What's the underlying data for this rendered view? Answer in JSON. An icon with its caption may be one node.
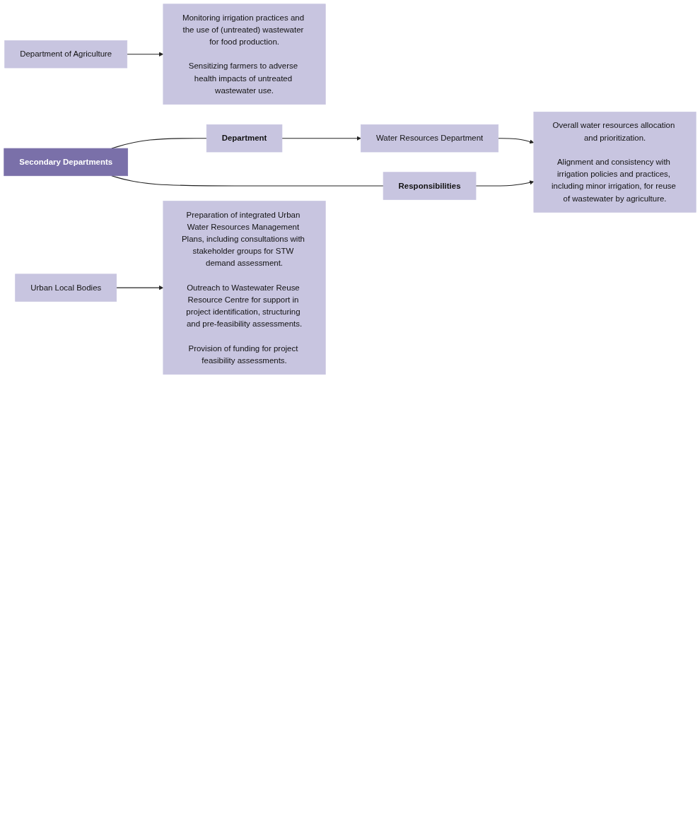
{
  "diagram": {
    "nodes": [
      {
        "text": [
          "Secondary Departments"
        ]
      },
      {
        "text": [
          "Department"
        ]
      },
      {
        "text": [
          "Responsibilities"
        ]
      },
      {
        "text": [
          "Water Resources Department"
        ]
      },
      {
        "text": [
          "Overall water resources allocation and prioritization.",
          "Alignment and consistency with irrigation policies and practices, including minor irrigation, for reuse of wastewater by agriculture."
        ]
      },
      {
        "text": [
          "Department of Agriculture"
        ]
      },
      {
        "text": [
          "Monitoring irrigation practices and the use of (untreated) wastewater for food production.",
          "Sensitizing farmers to adverse health impacts of untreated wastewater use."
        ]
      },
      {
        "text": [
          "Urban Local Bodies"
        ]
      },
      {
        "text": [
          "Preparation of integrated Urban Water Resources Management Plans, including consultations with stakeholder groups for STW demand assessment.",
          "Outreach to Wastewater Reuse Resource Centre for support in project identification, structuring and pre-feasibility assessments.",
          "Provision of funding for project feasibility assessments."
        ]
      }
    ],
    "edges": [
      {
        "from": 0,
        "to": 1,
        "arrow": "none"
      },
      {
        "from": 0,
        "to": 2,
        "arrow": "none"
      },
      {
        "from": 1,
        "to": 3,
        "arrow": "to"
      },
      {
        "from": 2,
        "to": 4,
        "arrow": "to"
      },
      {
        "from": 3,
        "to": 4,
        "arrow": "to"
      },
      {
        "from": 5,
        "to": 6,
        "arrow": "to"
      },
      {
        "from": 7,
        "to": 8,
        "arrow": "to"
      }
    ]
  }
}
